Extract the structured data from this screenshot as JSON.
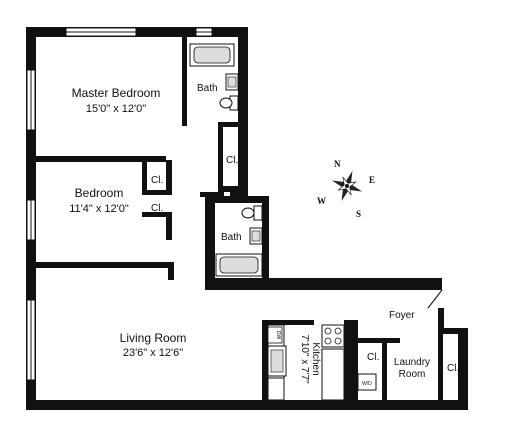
{
  "rooms": {
    "master_bedroom": {
      "name": "Master Bedroom",
      "dims": "15'0\" x 12'0\""
    },
    "bedroom": {
      "name": "Bedroom",
      "dims": "11'4\" x 12'0\""
    },
    "living_room": {
      "name": "Living Room",
      "dims": "23'6\" x 12'6\""
    },
    "kitchen": {
      "name": "Kitchen",
      "dims": "7'10\" x 7'7\""
    },
    "laundry_room": {
      "name": "Laundry Room",
      "line1": "Laundry",
      "line2": "Room"
    },
    "bath_1": {
      "name": "Bath"
    },
    "bath_2": {
      "name": "Bath"
    },
    "foyer": {
      "name": "Foyer"
    },
    "closets": [
      "Cl.",
      "Cl.",
      "Cl.",
      "Cl.",
      "Cl."
    ]
  },
  "appliances": {
    "dishwasher": "DW",
    "washer_dryer": "W/D"
  },
  "compass": {
    "n": "N",
    "e": "E",
    "s": "S",
    "w": "W"
  },
  "colors": {
    "wall": "#111111",
    "window": "#ffffff",
    "fixture": "#cccccc"
  }
}
